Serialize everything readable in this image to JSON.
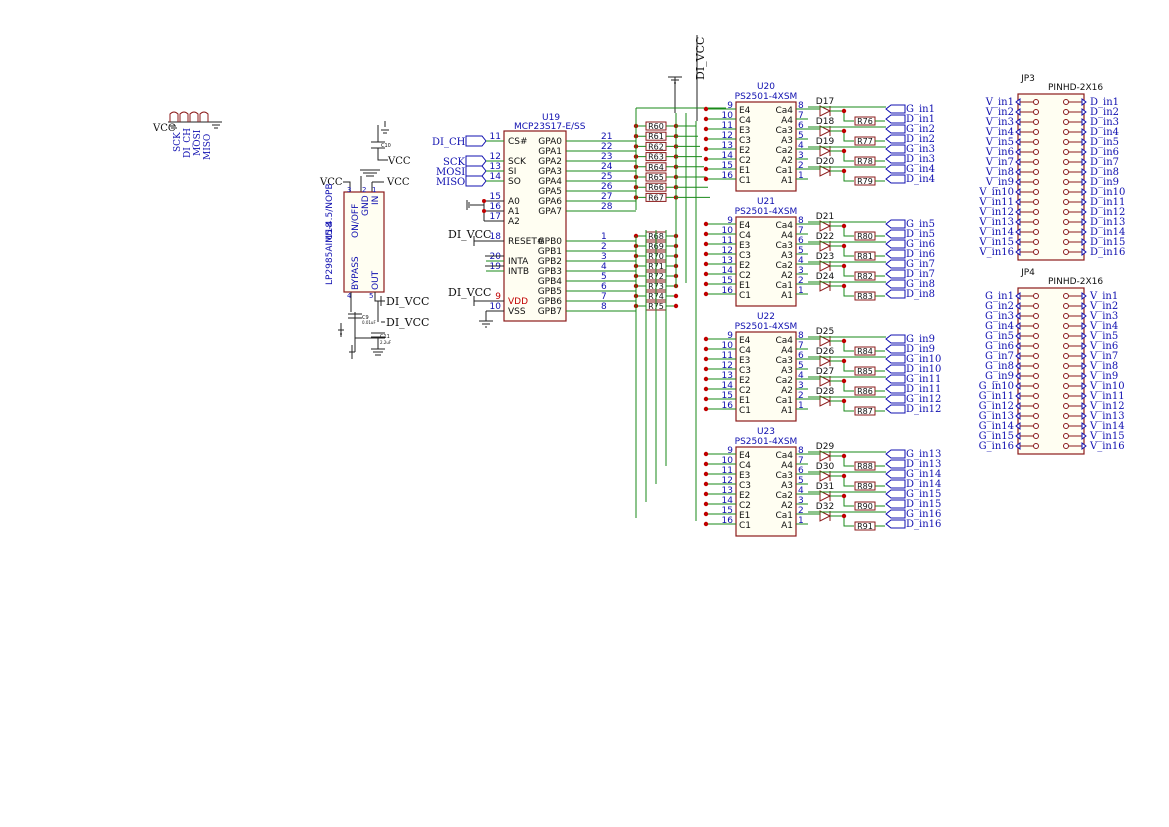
{
  "power": {
    "vcc": "VCC",
    "di_vcc": "DI_VCC"
  },
  "topleft": {
    "labels": [
      "SCK",
      "DI_CH",
      "MOSI",
      "MISO"
    ]
  },
  "u18": {
    "ref": "U18",
    "part": "LP2985AIM5-4.5/NOPB",
    "pins": [
      "ON/OFF",
      "GND",
      "IN",
      "BYPASS",
      "OUT"
    ],
    "pin_nums": [
      "3",
      "2",
      "1",
      "4",
      "5"
    ],
    "caps": [
      "C10",
      "C9",
      "C11"
    ],
    "cap_vals": [
      "",
      "0.01uF",
      "2.2uF"
    ]
  },
  "u19": {
    "ref": "U19",
    "part": "MCP23S17-E/SS",
    "left_pins": [
      {
        "num": "11",
        "name": "CS#"
      },
      {
        "num": "12",
        "name": "SCK"
      },
      {
        "num": "13",
        "name": "SI"
      },
      {
        "num": "14",
        "name": "SO"
      },
      {
        "num": "15",
        "name": "A0"
      },
      {
        "num": "16",
        "name": "A1"
      },
      {
        "num": "17",
        "name": "A2"
      },
      {
        "num": "18",
        "name": "RESET#"
      },
      {
        "num": "20",
        "name": "INTA"
      },
      {
        "num": "19",
        "name": "INTB"
      },
      {
        "num": "9",
        "name": "VDD"
      },
      {
        "num": "10",
        "name": "VSS"
      }
    ],
    "right_pins": [
      {
        "num": "21",
        "name": "GPA0"
      },
      {
        "num": "22",
        "name": "GPA1"
      },
      {
        "num": "23",
        "name": "GPA2"
      },
      {
        "num": "24",
        "name": "GPA3"
      },
      {
        "num": "25",
        "name": "GPA4"
      },
      {
        "num": "26",
        "name": "GPA5"
      },
      {
        "num": "27",
        "name": "GPA6"
      },
      {
        "num": "28",
        "name": "GPA7"
      },
      {
        "num": "1",
        "name": "GPB0"
      },
      {
        "num": "2",
        "name": "GPB1"
      },
      {
        "num": "3",
        "name": "GPB2"
      },
      {
        "num": "4",
        "name": "GPB3"
      },
      {
        "num": "5",
        "name": "GPB4"
      },
      {
        "num": "6",
        "name": "GPB5"
      },
      {
        "num": "7",
        "name": "GPB6"
      },
      {
        "num": "8",
        "name": "GPB7"
      }
    ],
    "ports": [
      "DI_CH",
      "SCK",
      "MOSI",
      "MISO"
    ],
    "net_reset": "DI_VCC",
    "net_vdd": "DI_VCC"
  },
  "resistors_a": [
    "R60",
    "R61",
    "R62",
    "R63",
    "R64",
    "R65",
    "R66",
    "R67"
  ],
  "resistors_b": [
    "R68",
    "R69",
    "R70",
    "R71",
    "R72",
    "R73",
    "R74",
    "R75"
  ],
  "optos": [
    {
      "ref": "U20",
      "part": "PS2501-4XSM",
      "diodes": [
        "D17",
        "D18",
        "D19",
        "D20"
      ],
      "res": [
        "R76",
        "R77",
        "R78",
        "R79"
      ],
      "outs": [
        "G_in1",
        "D_in1",
        "G_in2",
        "D_in2",
        "G_in3",
        "D_in3",
        "G_in4",
        "D_in4"
      ]
    },
    {
      "ref": "U21",
      "part": "PS2501-4XSM",
      "diodes": [
        "D21",
        "D22",
        "D23",
        "D24"
      ],
      "res": [
        "R80",
        "R81",
        "R82",
        "R83"
      ],
      "outs": [
        "G_in5",
        "D_in5",
        "G_in6",
        "D_in6",
        "G_in7",
        "D_in7",
        "G_in8",
        "D_in8"
      ]
    },
    {
      "ref": "U22",
      "part": "PS2501-4XSM",
      "diodes": [
        "D25",
        "D26",
        "D27",
        "D28"
      ],
      "res": [
        "R84",
        "R85",
        "R86",
        "R87"
      ],
      "outs": [
        "G_in9",
        "D_in9",
        "G_in10",
        "D_in10",
        "G_in11",
        "D_in11",
        "G_in12",
        "D_in12"
      ]
    },
    {
      "ref": "U23",
      "part": "PS2501-4XSM",
      "diodes": [
        "D29",
        "D30",
        "D31",
        "D32"
      ],
      "res": [
        "R88",
        "R89",
        "R90",
        "R91"
      ],
      "outs": [
        "G_in13",
        "D_in13",
        "G_in14",
        "D_in14",
        "G_in15",
        "D_in15",
        "G_in16",
        "D_in16"
      ]
    }
  ],
  "opto_pins": {
    "left": [
      {
        "num": "9",
        "name": "E4"
      },
      {
        "num": "10",
        "name": "C4"
      },
      {
        "num": "11",
        "name": "E3"
      },
      {
        "num": "12",
        "name": "C3"
      },
      {
        "num": "13",
        "name": "E2"
      },
      {
        "num": "14",
        "name": "C2"
      },
      {
        "num": "15",
        "name": "E1"
      },
      {
        "num": "16",
        "name": "C1"
      }
    ],
    "right": [
      {
        "num": "8",
        "name": "Ca4"
      },
      {
        "num": "7",
        "name": "A4"
      },
      {
        "num": "6",
        "name": "Ca3"
      },
      {
        "num": "5",
        "name": "A3"
      },
      {
        "num": "4",
        "name": "Ca2"
      },
      {
        "num": "3",
        "name": "A2"
      },
      {
        "num": "2",
        "name": "Ca1"
      },
      {
        "num": "1",
        "name": "A1"
      }
    ]
  },
  "jp3": {
    "ref": "JP3",
    "part": "PINHD-2X16",
    "left": [
      "V_in1",
      "V_in2",
      "V_in3",
      "V_in4",
      "V_in5",
      "V_in6",
      "V_in7",
      "V_in8",
      "V_in9",
      "V_in10",
      "V_in11",
      "V_in12",
      "V_in13",
      "V_in14",
      "V_in15",
      "V_in16"
    ],
    "right": [
      "D_in1",
      "D_in2",
      "D_in3",
      "D_in4",
      "D_in5",
      "D_in6",
      "D_in7",
      "D_in8",
      "D_in9",
      "D_in10",
      "D_in11",
      "D_in12",
      "D_in13",
      "D_in14",
      "D_in15",
      "D_in16"
    ]
  },
  "jp4": {
    "ref": "JP4",
    "part": "PINHD-2X16",
    "left": [
      "G_in1",
      "G_in2",
      "G_in3",
      "G_in4",
      "G_in5",
      "G_in6",
      "G_in7",
      "G_in8",
      "G_in9",
      "G_in10",
      "G_in11",
      "G_in12",
      "G_in13",
      "G_in14",
      "G_in15",
      "G_in16"
    ],
    "right": [
      "V_in1",
      "V_in2",
      "V_in3",
      "V_in4",
      "V_in5",
      "V_in6",
      "V_in7",
      "V_in8",
      "V_in9",
      "V_in10",
      "V_in11",
      "V_in12",
      "V_in13",
      "V_in14",
      "V_in15",
      "V_in16"
    ]
  },
  "colors": {
    "symbol": "#8b1a1a",
    "wire": "#1a8a1a",
    "text": "#1010b0",
    "junction": "#c00000",
    "power_pin": "#c00000"
  }
}
